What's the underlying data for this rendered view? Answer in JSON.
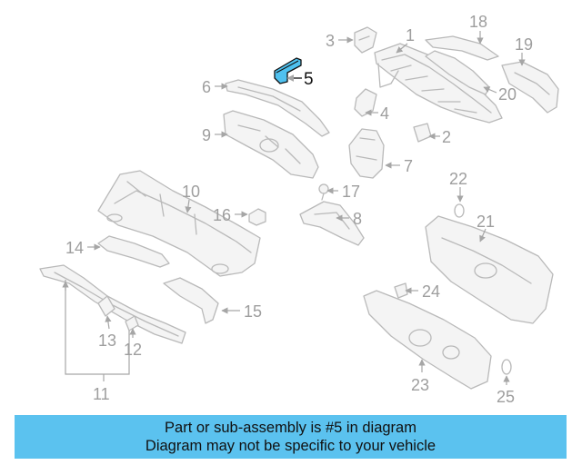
{
  "diagram": {
    "highlighted_part": "5",
    "highlight_color": "#4fc1ef",
    "callouts": [
      "1",
      "2",
      "3",
      "4",
      "5",
      "6",
      "7",
      "8",
      "9",
      "10",
      "11",
      "12",
      "13",
      "14",
      "15",
      "16",
      "17",
      "18",
      "19",
      "20",
      "21",
      "22",
      "23",
      "24",
      "25"
    ]
  },
  "banner": {
    "background": "#5bc2ef",
    "line1": "Part or sub-assembly is #5 in diagram",
    "line2": "Diagram may not be specific to your vehicle"
  }
}
